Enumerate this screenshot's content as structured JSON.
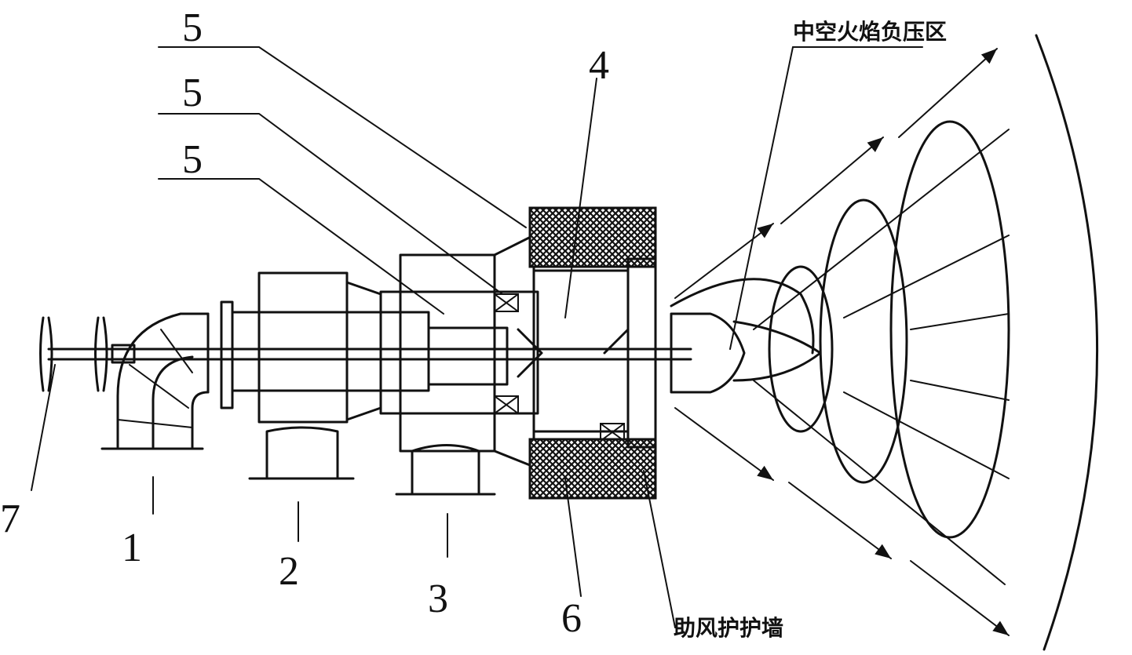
{
  "labels": {
    "n1": "1",
    "n2": "2",
    "n3": "3",
    "n4": "4",
    "n5a": "5",
    "n5b": "5",
    "n5c": "5",
    "n6": "6",
    "n7": "7",
    "hollow_flame": "中空火焰负压区",
    "wind_ring": "助风护护墙"
  }
}
